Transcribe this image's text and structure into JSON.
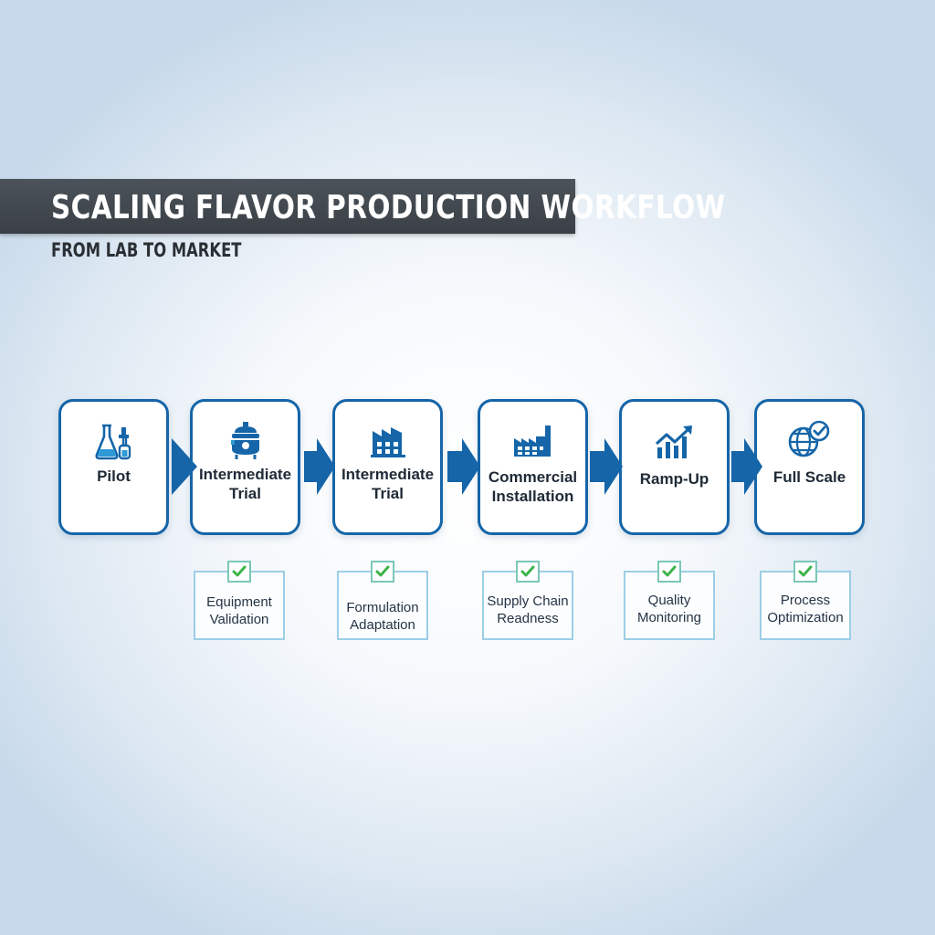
{
  "header": {
    "title": "SCALING FLAVOR PRODUCTION WORKFLOW",
    "subtitle": "FROM LAB TO MARKET"
  },
  "colors": {
    "accent": "#1565a8",
    "title_bar": "#40464c",
    "check_green": "#3cb44a",
    "check_border": "#9ccfe6"
  },
  "stages": [
    {
      "label": "Pilot",
      "icon": "lab-flask-icon"
    },
    {
      "label": "Intermediate\nTrial",
      "icon": "tank-icon"
    },
    {
      "label": "Intermediate\nTrial",
      "icon": "factory-icon"
    },
    {
      "label": "Commercial\nInstallation",
      "icon": "industrial-plant-icon"
    },
    {
      "label": "Ramp-Up",
      "icon": "growth-chart-icon"
    },
    {
      "label": "Full Scale",
      "icon": "globe-check-icon"
    }
  ],
  "checkpoints": [
    {
      "label": "Equipment\nValidation"
    },
    {
      "label": "Formulation\nAdaptation"
    },
    {
      "label": "Supply Chain\nReadness"
    },
    {
      "label": "Quality\nMonitoring"
    },
    {
      "label": "Process\nOptimization"
    }
  ]
}
